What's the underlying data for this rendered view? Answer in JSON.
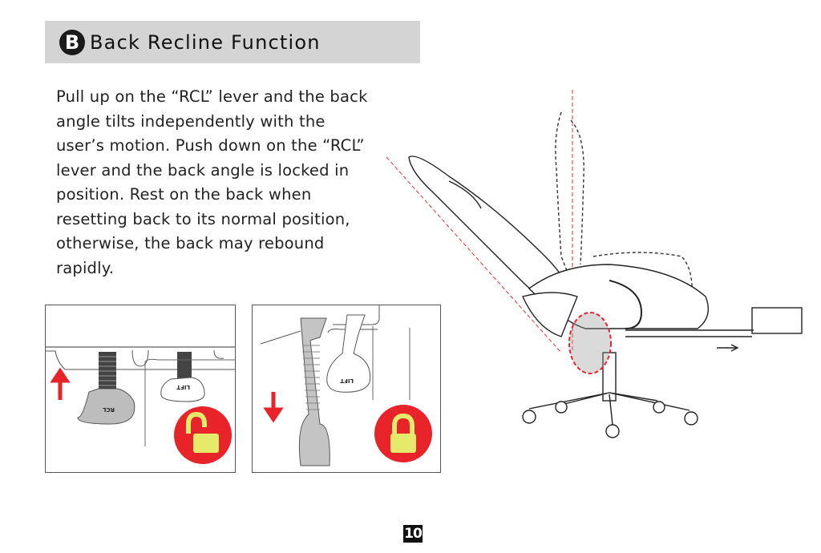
{
  "section": {
    "badge_letter": "B",
    "title": "Back Recline Function"
  },
  "instructions": "Pull up on the “RCL” lever and the back angle tilts independently with the user’s motion. Push down on the “RCL” lever and the back angle is locked in position. Rest on the back when resetting back to its normal position, otherwise, the back may rebound rapidly.",
  "figures": {
    "unlock": {
      "rcl_lever_label": "RCL",
      "lift_lever_label": "LIFT",
      "arrow": "up",
      "lock_state": "unlocked"
    },
    "lock": {
      "lift_lever_label": "LIFT",
      "arrow": "down",
      "lock_state": "locked"
    }
  },
  "colors": {
    "accent_red": "#e8232a",
    "lock_yellow": "#e6ea6a",
    "header_bg": "#d4d4d4"
  },
  "page_number": "10"
}
